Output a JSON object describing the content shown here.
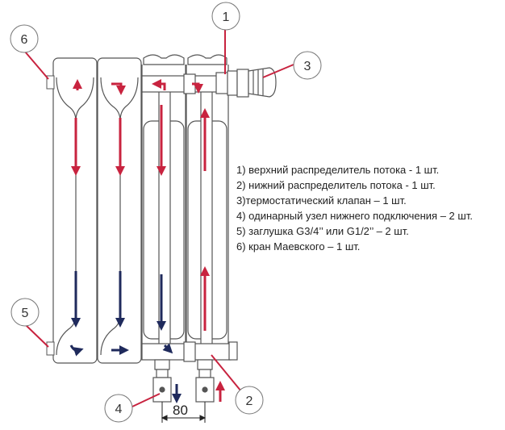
{
  "callouts": [
    {
      "num": "1"
    },
    {
      "num": "2"
    },
    {
      "num": "3"
    },
    {
      "num": "4"
    },
    {
      "num": "5"
    },
    {
      "num": "6"
    }
  ],
  "legend": [
    {
      "text": "1) верхний распределитель потока - 1 шт."
    },
    {
      "text": "2) нижний распределитель потока - 1 шт."
    },
    {
      "text": "3)термостатический клапан – 1 шт."
    },
    {
      "text": "4) одинарный узел нижнего подключения – 2 шт."
    },
    {
      "text": "5) заглушка G3/4’’ или G1/2’’ – 2 шт."
    },
    {
      "text": "6) кран Маевского – 1 шт."
    }
  ],
  "dimension": {
    "value": "80"
  },
  "colors": {
    "hot": "#c8233f",
    "cold": "#1f2a5c",
    "outline": "#555555"
  }
}
